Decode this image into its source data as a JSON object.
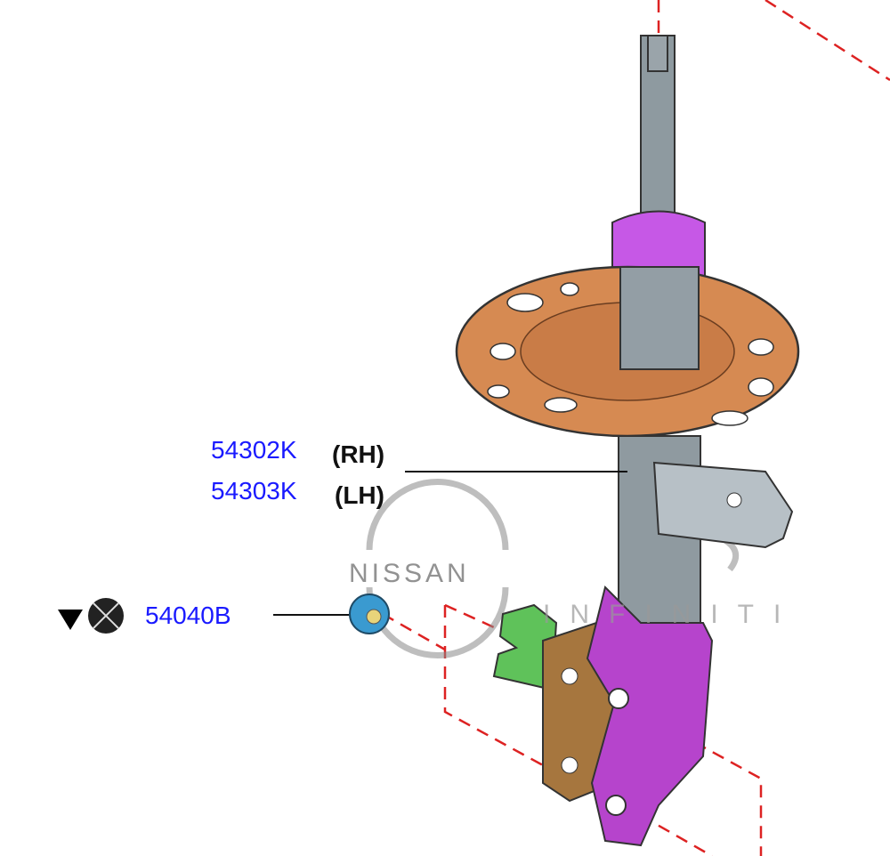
{
  "parts": [
    {
      "number": "54302K",
      "side": "(RH)"
    },
    {
      "number": "54303K",
      "side": "(LH)"
    },
    {
      "number": "54040B"
    }
  ],
  "watermark": {
    "brand1": "NISSAN",
    "brand2": "INFINITI"
  },
  "colors": {
    "part_link": "#1a1aff",
    "spring_seat": "#d6894f",
    "bump_stop": "#c050e0",
    "bracket": "#b040c8",
    "nut": "#3a9ad0",
    "guide_lines": "#dd2222"
  }
}
